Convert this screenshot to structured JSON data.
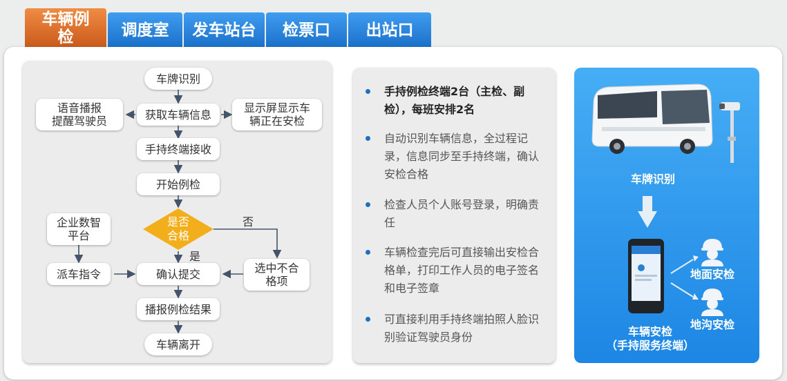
{
  "tabs": [
    "车辆例检",
    "调度室",
    "发车站台",
    "检票口",
    "出站口"
  ],
  "flow": {
    "plate_recognition": "车牌识别",
    "voice_broadcast": "语音播报\n提醒驾驶员",
    "get_vehicle_info": "获取车辆信息",
    "screen_display": "显示屏显示车\n辆正在安检",
    "handheld_receive": "手持终端接收",
    "start_inspection": "开始例检",
    "is_pass": "是否\n合格",
    "no_label": "否",
    "yes_label": "是",
    "enterprise_platform": "企业数智\n平台",
    "dispatch_order": "派车指令",
    "confirm_submit": "确认提交",
    "select_failed": "选中不合\n格项",
    "broadcast_result": "播报例检结果",
    "vehicle_leave": "车辆离开"
  },
  "bullets": [
    "手持例检终端2台（主检、副检），每班安排2名",
    "自动识别车辆信息，全过程记录，信息同步至手持终端，确认安检合格",
    "检查人员个人账号登录，明确责任",
    "车辆检查完后可直接输出安检合格单，打印工作人员的电子签名和电子签章",
    "可直接利用手持终端拍照人脸识别验证驾驶员身份"
  ],
  "right": {
    "plate_label": "车牌识别",
    "ground_check": "地面安检",
    "pit_check": "地沟安检",
    "terminal_label": "车辆安检\n（手持服务终端）"
  },
  "colors": {
    "active_tab": "#e0742e",
    "tab": "#2b86dd",
    "diamond": "#f3ae1b",
    "right_panel": "#2f98ec"
  }
}
